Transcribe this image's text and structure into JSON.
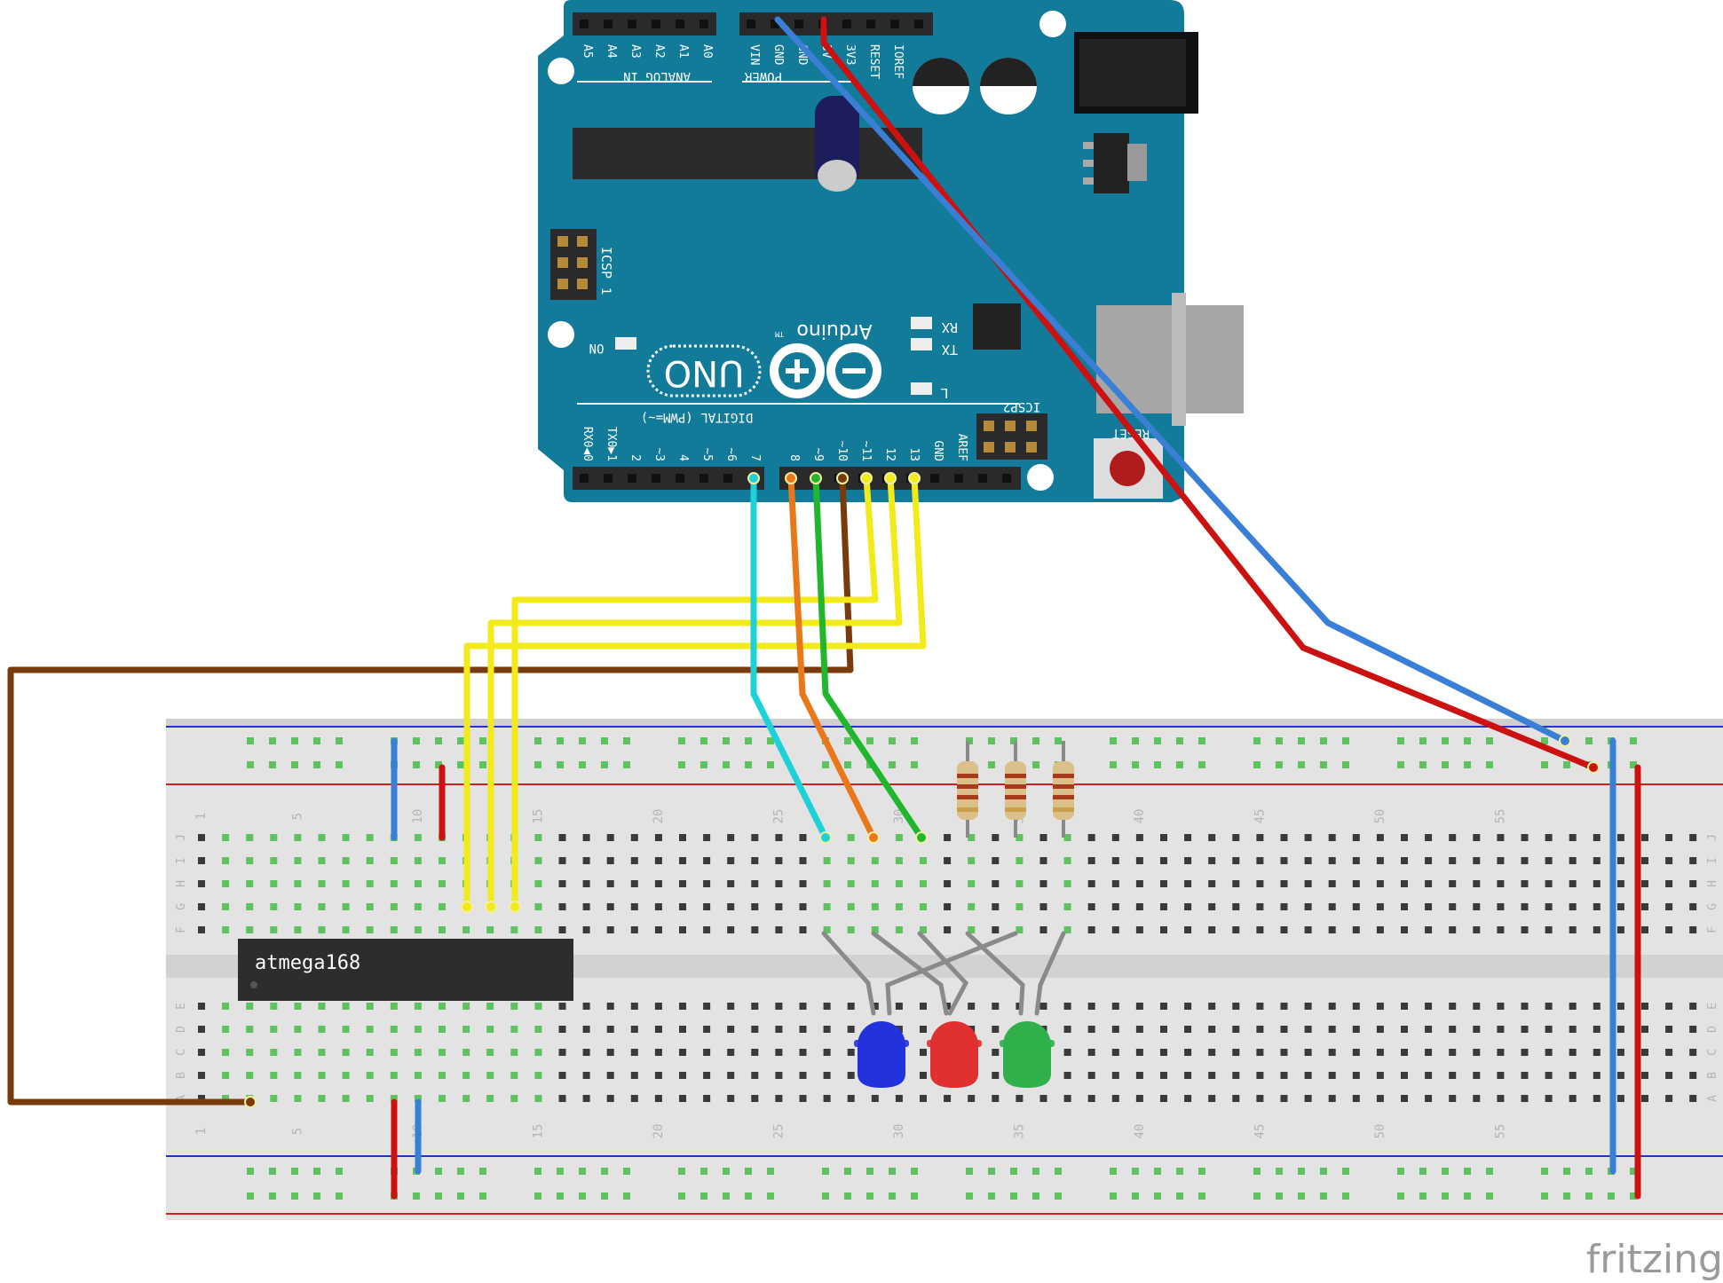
{
  "arduino": {
    "brand": "Arduino",
    "tm": "TM",
    "model": "UNO",
    "labels": {
      "analog_in": "ANALOG IN",
      "power": "POWER",
      "digital": "DIGITAL (PWM=~)",
      "icsp": "ICSP",
      "icsp_pin1": "1",
      "icsp2": "ICSP2",
      "on": "ON",
      "rx": "RX",
      "tx": "TX",
      "l": "L",
      "reset": "RESET"
    },
    "analog_pins": [
      "A5",
      "A4",
      "A3",
      "A2",
      "A1",
      "A0"
    ],
    "power_pins": [
      "VIN",
      "GND",
      "GND",
      "5V",
      "3V3",
      "RESET",
      "IOREF",
      ""
    ],
    "digital_pins_low": [
      "RX0◀0",
      "TX0▶1",
      "2",
      "~3",
      "4",
      "~5",
      "~6",
      "7"
    ],
    "digital_pins_high": [
      "8",
      "~9",
      "~10",
      "~11",
      "12",
      "13",
      "GND",
      "AREF",
      "",
      ""
    ]
  },
  "chip": {
    "label": "atmega168"
  },
  "breadboard": {
    "column_numbers": [
      "1",
      "5",
      "10",
      "15",
      "20",
      "25",
      "30",
      "35",
      "40",
      "45",
      "50",
      "55"
    ],
    "rows_top": [
      "J",
      "I",
      "H",
      "G",
      "F"
    ],
    "rows_bottom": [
      "E",
      "D",
      "C",
      "B",
      "A"
    ]
  },
  "leds": [
    {
      "color": "blue",
      "fill": "#2233dd"
    },
    {
      "color": "red",
      "fill": "#e03030"
    },
    {
      "color": "green",
      "fill": "#2fb04a"
    }
  ],
  "colors": {
    "board": "#127b99",
    "wire_red": "#cc1111",
    "wire_blue": "#3a7fd6",
    "wire_yellow": "#f2ea1a",
    "wire_brown": "#7a3b0c",
    "wire_cyan": "#1ed0d8",
    "wire_orange": "#e8781a",
    "wire_green": "#22b52e",
    "led_leg": "#8a8a8a"
  },
  "watermark": "fritzing"
}
